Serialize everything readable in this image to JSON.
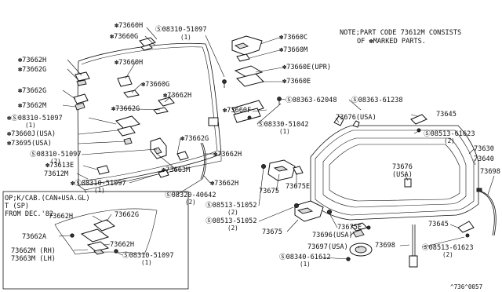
{
  "note": {
    "line1": "NOTE;PART CODE 73612M CONSISTS",
    "line2": "OF ✽MARKED PARTS."
  },
  "labels": {
    "p73660H_top": "✽73660H",
    "p08310_51097_top": "Ⓢ08310-51097",
    "p08310_51097_top_qty": "(1)",
    "p73660G_top": "✽73660G",
    "p73660C": "✽73660C",
    "p73660M": "✽73660M",
    "p73660E_upr": "✽73660E(UPR)",
    "p73660E": "✽73660E",
    "p73662H_l1": "✽73662H",
    "p73662G_l1": "✽73662G",
    "p73660H_mid": "✽73660H",
    "p73660G_mid": "✽73660G",
    "p73662G_l2": "✽73662G",
    "p73662H_mid": "✽73662H",
    "p73662M": "✽73662M",
    "p73662G_mid": "✽73662G",
    "p08363_62048": "Ⓢ08363-62048",
    "p08363_61238": "Ⓢ08363-61238",
    "p73645_top": "73645",
    "p08310_51097_l": "✽Ⓢ08310-51097",
    "p08310_51097_l_qty": "(1)",
    "p73660F": "✽73660F",
    "p08330_51042": "Ⓢ08330-51042",
    "p08330_51042_qty": "(1)",
    "p73676_usa_top": "73676(USA)",
    "p08513_61623_top": "Ⓢ08513-61623",
    "p08513_61623_top_qty": "(2)",
    "p73660J": "✽73660J(USA)",
    "p73695": "✽73695(USA)",
    "p73662G_c": "✽73662G",
    "p73630": "73630",
    "p73640": "73640",
    "p08310_51097_c": "Ⓢ08310-51097",
    "p08310_51097_c_qty": "(2)",
    "p73662H_c": "✽73662H",
    "p73613E": "✽73613E",
    "p73663M": "✽73663M",
    "p73612M": "73612M",
    "p08310_51097_b": "✽Ⓢ08310-51097",
    "p08310_51097_b_qty": "(1)",
    "p73662H_r": "✽73662H",
    "p73675_a": "73675",
    "p73675E_a": "73675E",
    "p73676_usa_mid": "73676",
    "p73676_usa_mid2": "(USA)",
    "p73698_r": "73698",
    "p08320_40642": "Ⓢ08320-40642",
    "p08320_40642_qty": "(2)",
    "p08513_51052_a": "Ⓢ08513-51052",
    "p08513_51052_a_qty": "(2)",
    "p08513_51052_b": "Ⓢ08513-51052",
    "p08513_51052_b_qty": "(2)",
    "p73675_b": "73675",
    "p73675E_b": "73675E",
    "p73696": "73696(USA)",
    "p73645_bot": "73645",
    "p73698_b": "73698",
    "p73697": "73697(USA)",
    "p08513_61623_b": "Ⓢ08513-61623",
    "p08513_61623_b_qty": "(2)",
    "p08340_61612": "Ⓢ08340-61612",
    "p08340_61612_qty": "(1)",
    "diagram_code": "^736^0057"
  },
  "inset": {
    "line1": "OP;K/CAB.(CAN+USA.GL)",
    "line2": "T (SP)",
    "line3": "FROM DEC.'82",
    "p73662H_a": "73662H",
    "p73662G": "73662G",
    "p73662A": "73662A",
    "p73662H_b": "73662H",
    "p73662M_rh": "73662M (RH)",
    "p73663M_lh": "73663M (LH)",
    "p08310_51097": "Ⓢ08310-51097",
    "p08310_51097_qty": "(1)"
  }
}
